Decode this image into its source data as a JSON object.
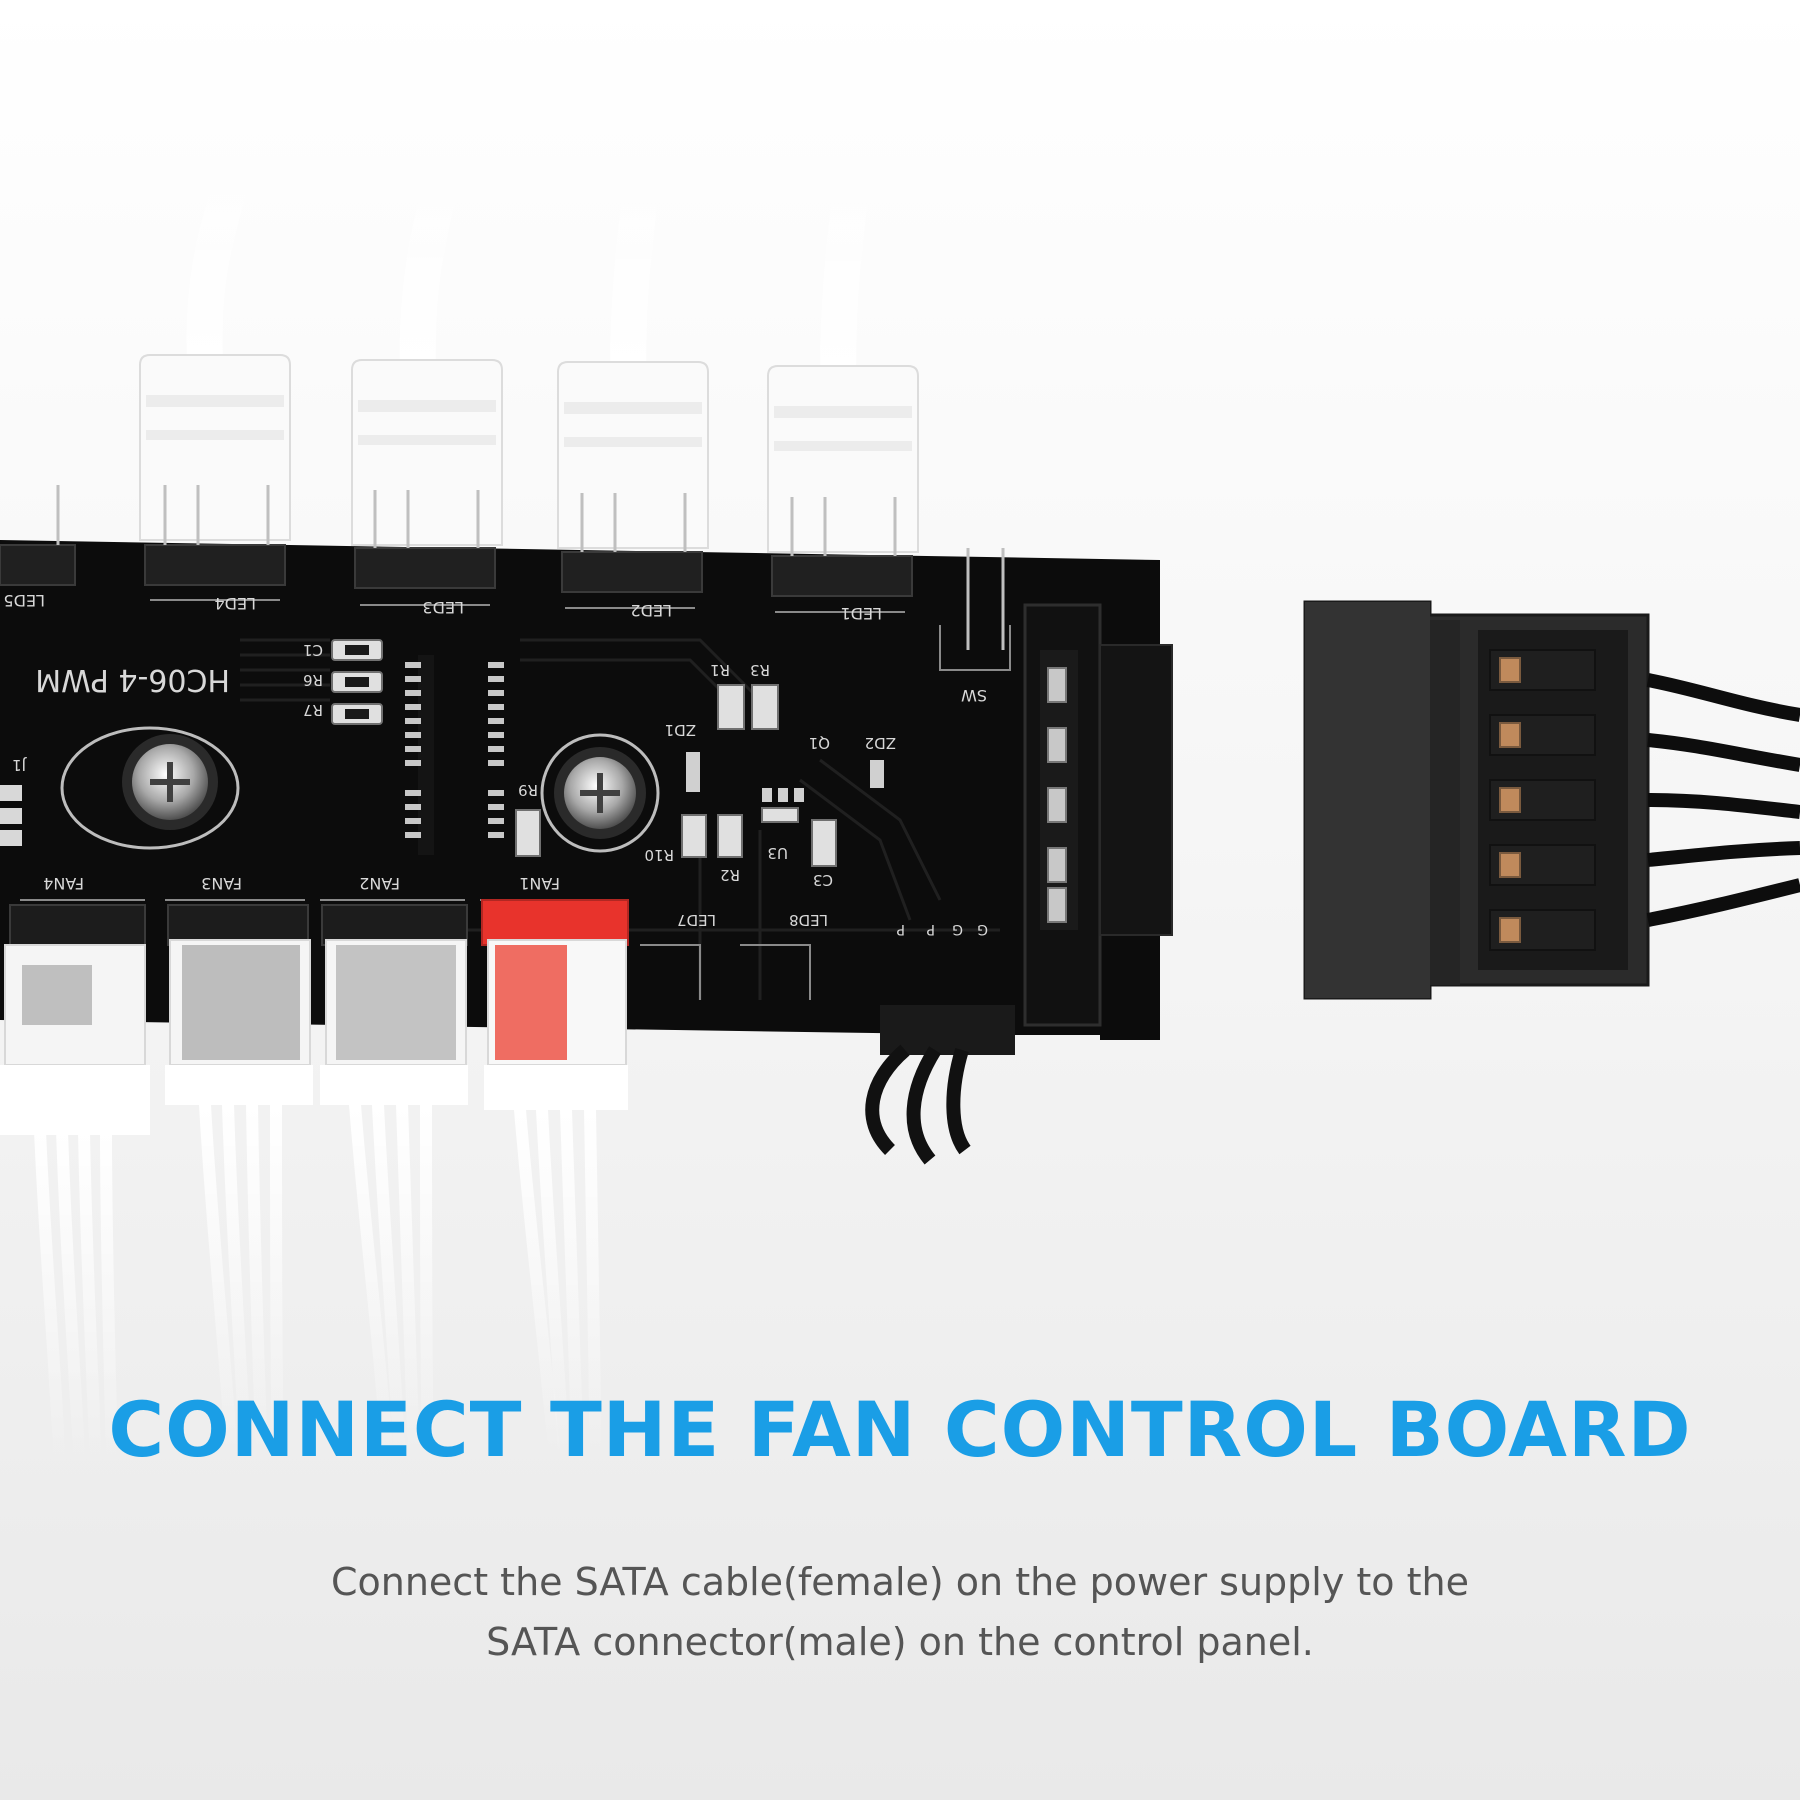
{
  "headline": "CONNECT THE FAN CONTROL BOARD",
  "description": "Connect the SATA cable(female) on the power supply to the SATA connector(male) on the control panel.",
  "board": {
    "model_label": "HC06-4 PWM",
    "led_labels": [
      "LED5",
      "LED4",
      "LED3",
      "LED2",
      "LED1"
    ],
    "fan_labels": [
      "FAN4",
      "FAN3",
      "FAN2",
      "FAN1"
    ],
    "sw_label": "SW",
    "component_labels": [
      "C1",
      "R6",
      "R7",
      "J1",
      "R1",
      "R3",
      "ZD1",
      "Q1",
      "ZD2",
      "R9",
      "R10",
      "R2",
      "U3",
      "C3",
      "LED7",
      "LED8"
    ],
    "power_pin_labels": [
      "P",
      "P",
      "G",
      "G"
    ]
  },
  "colors": {
    "headline": "#1a9ee6",
    "description": "#555555",
    "board": "#0c0c0c",
    "fan1_connector": "#e8332c"
  }
}
